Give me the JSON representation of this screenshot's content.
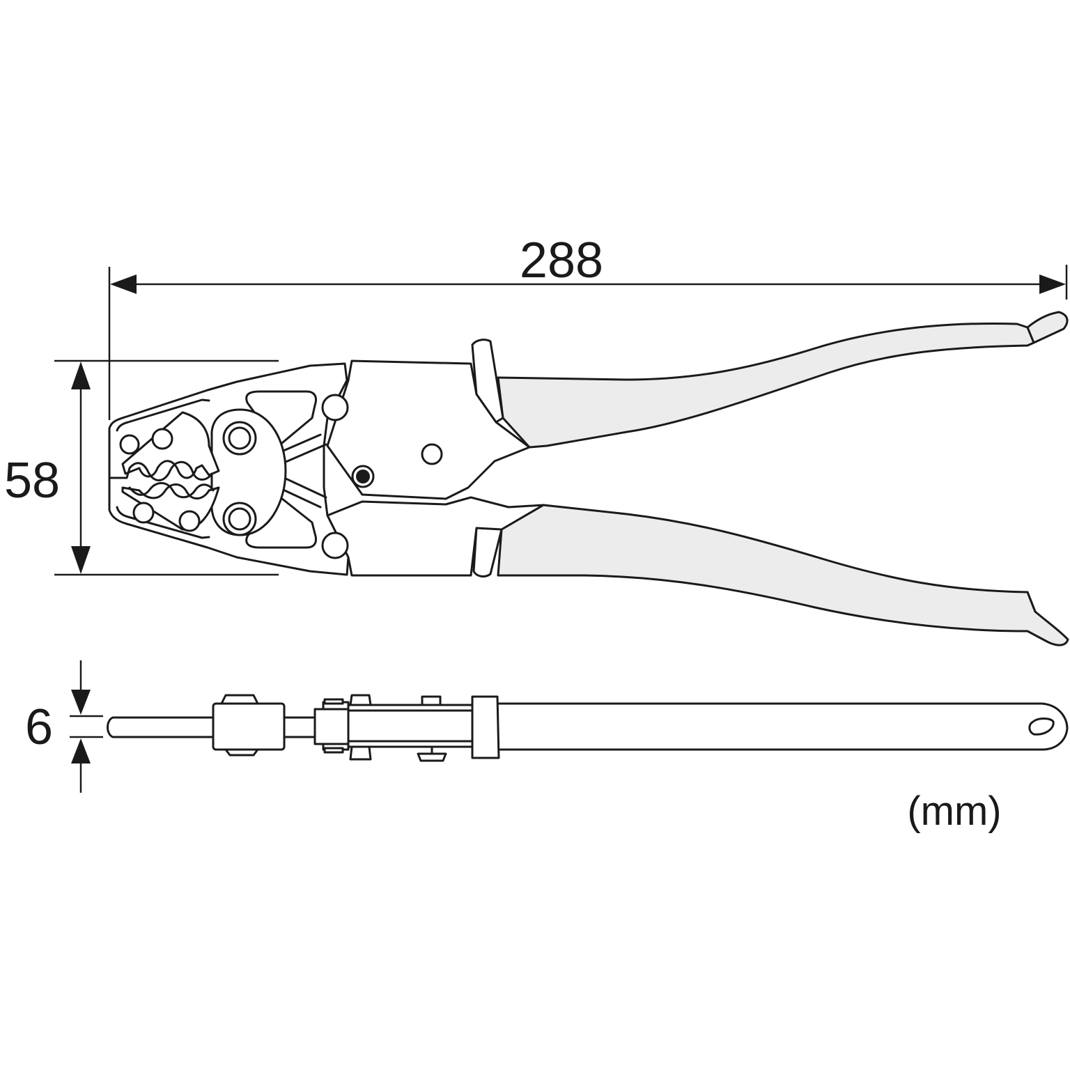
{
  "dimensions": {
    "length": "288",
    "height": "58",
    "thickness": "6",
    "unit": "(mm)"
  },
  "colors": {
    "line": "#1a1a1a",
    "grip": "#ececec",
    "background": "#ffffff"
  }
}
